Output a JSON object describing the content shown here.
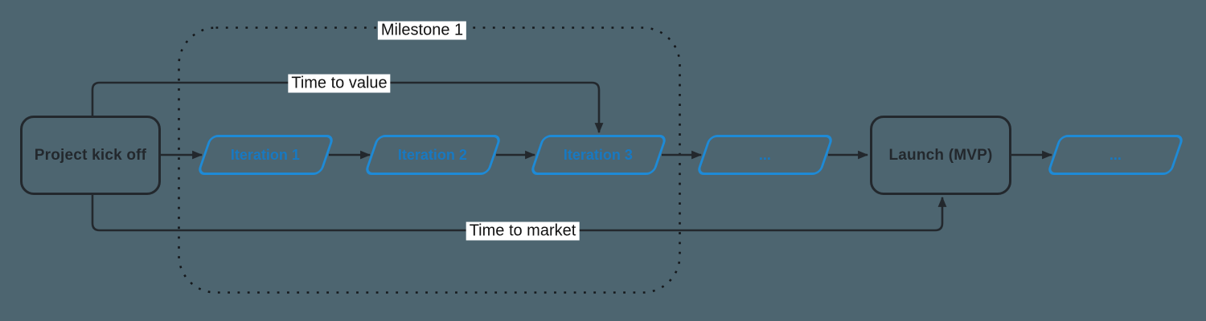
{
  "diagram": {
    "type": "flowchart",
    "nodes": {
      "kickoff": {
        "label": "Project kick off",
        "shape": "rounded-rect"
      },
      "iteration1": {
        "label": "Iteration 1",
        "shape": "parallelogram"
      },
      "iteration2": {
        "label": "Iteration 2",
        "shape": "parallelogram"
      },
      "iteration3": {
        "label": "Iteration 3",
        "shape": "parallelogram"
      },
      "ellipsis1": {
        "label": "...",
        "shape": "parallelogram"
      },
      "launch": {
        "label": "Launch (MVP)",
        "shape": "rounded-rect"
      },
      "ellipsis2": {
        "label": "...",
        "shape": "parallelogram"
      }
    },
    "groups": {
      "milestone": {
        "label": "Milestone 1",
        "style": "dotted-rounded-rect"
      }
    },
    "edges": [
      {
        "from": "kickoff",
        "to": "iteration1",
        "label": ""
      },
      {
        "from": "iteration1",
        "to": "iteration2",
        "label": ""
      },
      {
        "from": "iteration2",
        "to": "iteration3",
        "label": ""
      },
      {
        "from": "iteration3",
        "to": "ellipsis1",
        "label": ""
      },
      {
        "from": "ellipsis1",
        "to": "launch",
        "label": ""
      },
      {
        "from": "launch",
        "to": "ellipsis2",
        "label": ""
      },
      {
        "from": "kickoff",
        "to": "iteration3",
        "label": "Time to value"
      },
      {
        "from": "kickoff",
        "to": "launch",
        "label": "Time to market"
      }
    ],
    "edge_labels": {
      "time_to_value": "Time to value",
      "time_to_market": "Time to market"
    },
    "colors": {
      "background": "#4d6570",
      "dark_stroke": "#23282d",
      "blue_stroke": "#1e8ad6",
      "blue_text": "#1879c2",
      "label_background": "#ffffff",
      "label_text": "#111111"
    }
  }
}
